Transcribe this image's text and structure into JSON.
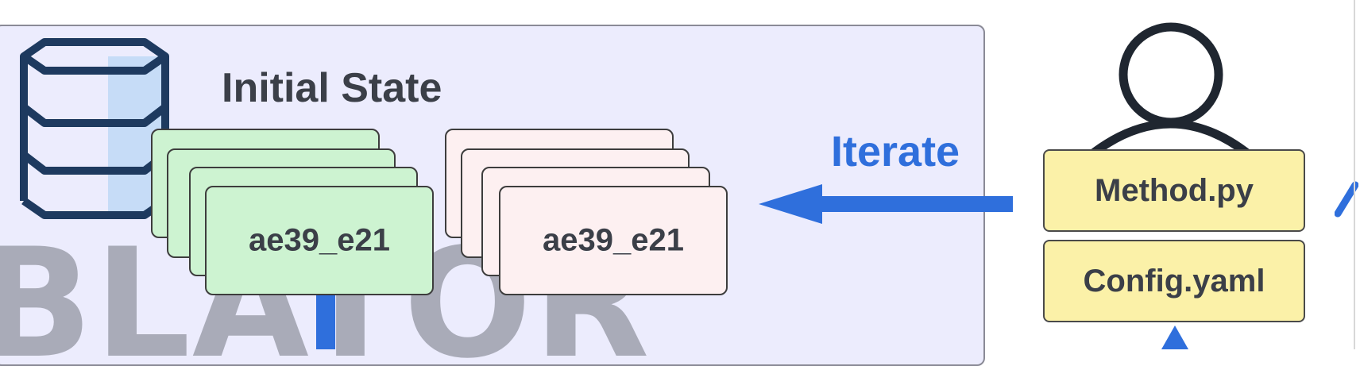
{
  "panel": {
    "title": "Initial State",
    "background_word": "BLATOR",
    "fill_color": "#ececfd"
  },
  "cards": {
    "green_stack": {
      "label": "ae39_e21",
      "color": "#cdf3d1"
    },
    "pink_stack": {
      "label": "ae39_e21",
      "color": "#fdf0f1"
    }
  },
  "iterate": {
    "label": "Iterate",
    "color": "#2f6fdc"
  },
  "user": {
    "icon": "person-icon",
    "files": [
      "Method.py",
      "Config.yaml"
    ],
    "file_color": "#fbf1a8"
  },
  "database": {
    "icon": "database-icon"
  }
}
